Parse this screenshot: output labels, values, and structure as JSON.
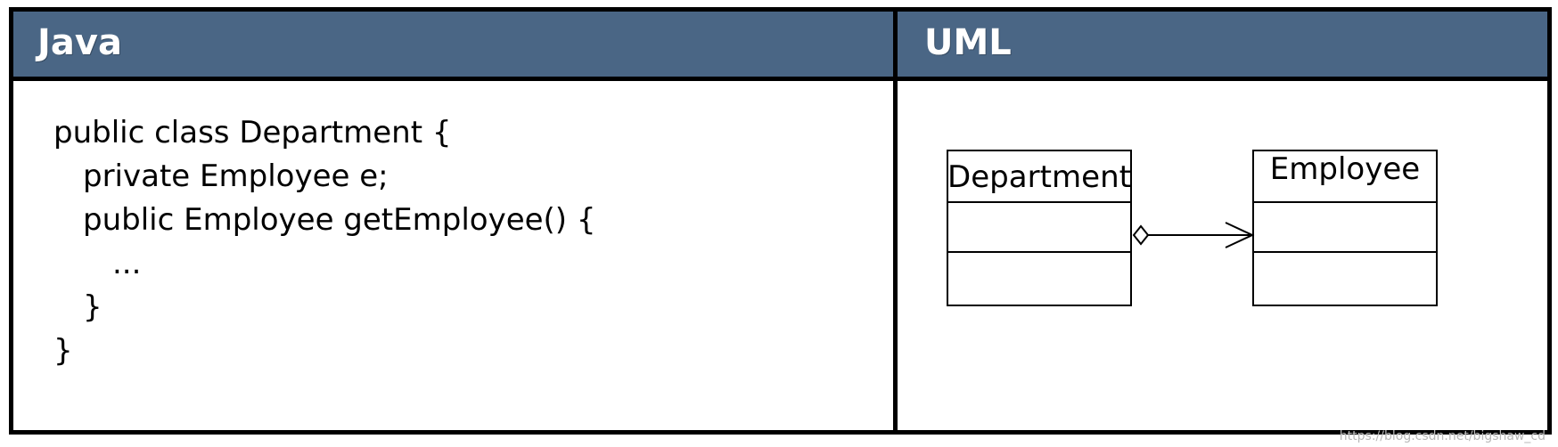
{
  "panels": {
    "java": {
      "title": "Java",
      "code_lines": [
        "public class Department {",
        "private Employee e;",
        "public Employee getEmployee() {",
        "...",
        "}",
        "}"
      ]
    },
    "uml": {
      "title": "UML",
      "classes": [
        {
          "name": "Department"
        },
        {
          "name": "Employee"
        }
      ],
      "relationship": {
        "type": "aggregation",
        "navigable": true
      }
    }
  },
  "watermark": "https://blog.csdn.net/bigshaw_cd",
  "colors": {
    "header_bg": "#4a6685",
    "header_text": "#ffffff",
    "border": "#000000",
    "body_bg": "#ffffff"
  }
}
